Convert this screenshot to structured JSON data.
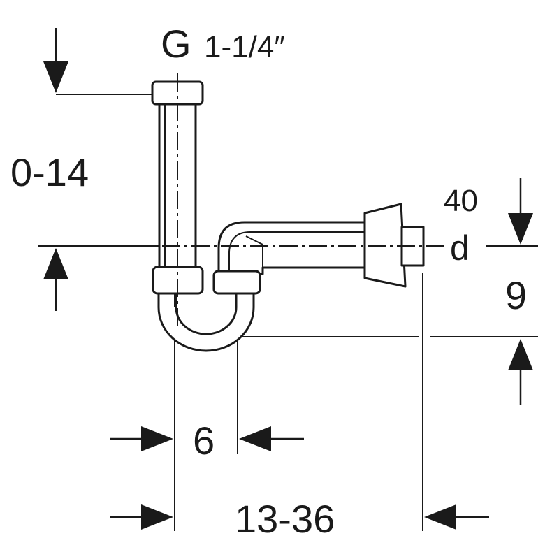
{
  "labels": {
    "thread_prefix": "G",
    "thread_size": "1-1/4″",
    "height_range": "0-14",
    "outlet_diameter_value": "40",
    "outlet_diameter_symbol": "d",
    "outlet_height": "9",
    "trap_offset": "6",
    "wall_distance_range": "13-36"
  },
  "colors": {
    "line": "#1a1a1a",
    "background": "#ffffff"
  }
}
